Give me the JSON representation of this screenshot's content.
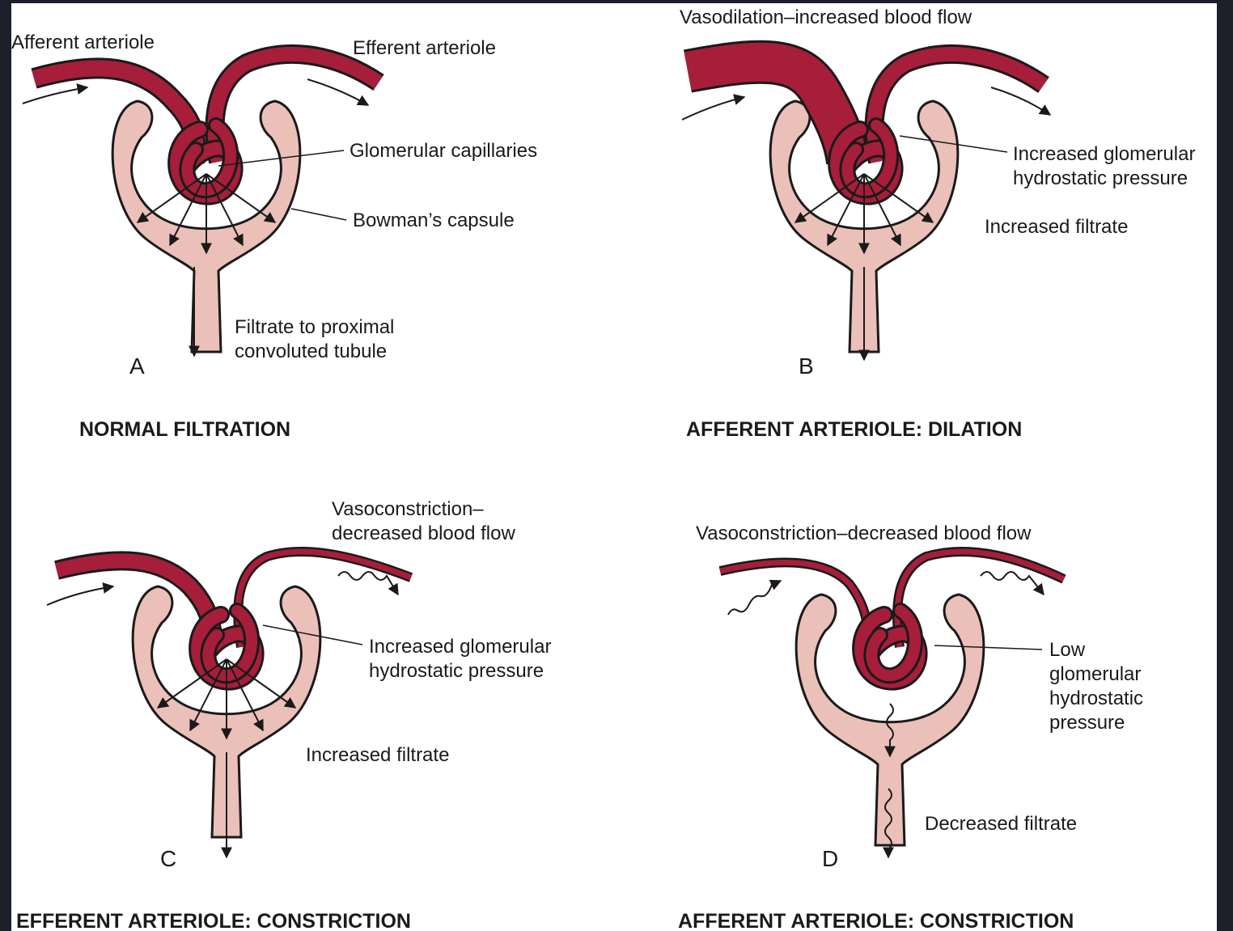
{
  "colors": {
    "vessel": "#a61e3a",
    "capsule": "#ebc0b8",
    "outline": "#1a1a1a",
    "background": "#ffffff"
  },
  "panels": {
    "a": {
      "letter": "A",
      "caption": "NORMAL FILTRATION",
      "afferent": "Afferent arteriole",
      "efferent": "Efferent arteriole",
      "capillaries": "Glomerular capillaries",
      "capsule": "Bowman’s capsule",
      "filtrate_1": "Filtrate to proximal",
      "filtrate_2": "convoluted tubule"
    },
    "b": {
      "letter": "B",
      "caption": "AFFERENT ARTERIOLE: DILATION",
      "flow": "Vasodilation–increased blood flow",
      "pressure_1": "Increased glomerular",
      "pressure_2": "hydrostatic pressure",
      "filtrate": "Increased filtrate"
    },
    "c": {
      "letter": "C",
      "caption": "EFFERENT ARTERIOLE: CONSTRICTION",
      "flow_1": "Vasoconstriction–",
      "flow_2": "decreased blood flow",
      "pressure_1": "Increased glomerular",
      "pressure_2": "hydrostatic pressure",
      "filtrate": "Increased filtrate"
    },
    "d": {
      "letter": "D",
      "caption": "AFFERENT ARTERIOLE: CONSTRICTION",
      "flow": "Vasoconstriction–decreased blood flow",
      "pressure_1": "Low",
      "pressure_2": "glomerular",
      "pressure_3": "hydrostatic",
      "pressure_4": "pressure",
      "filtrate": "Decreased filtrate"
    }
  }
}
